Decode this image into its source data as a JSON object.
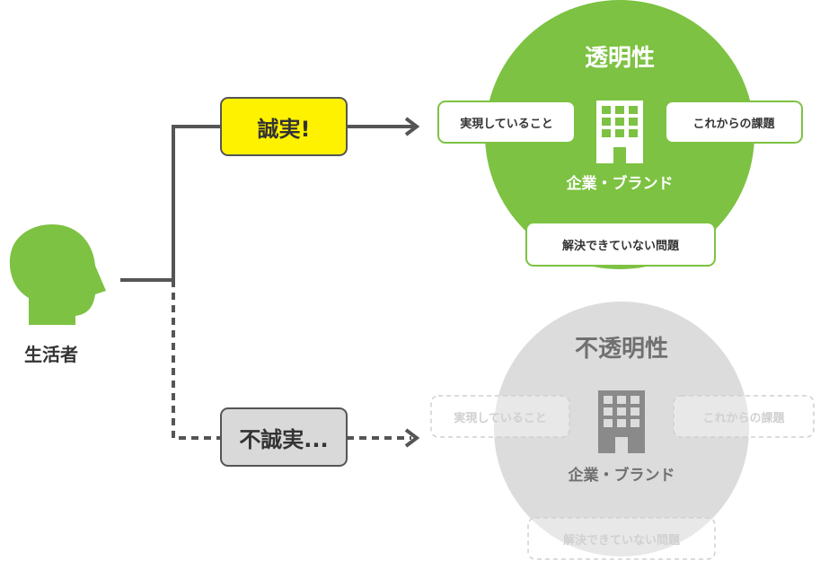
{
  "person": {
    "label": "生活者",
    "color": "#7DC242"
  },
  "honest_path": {
    "label": "誠実!",
    "box_color": "#FFF200",
    "outcome": {
      "title": "透明性",
      "center_label": "企業・ブランド",
      "tags": [
        "実現していること",
        "これからの課題",
        "解決できていない問題"
      ],
      "circle_color": "#7DC242"
    }
  },
  "dishonest_path": {
    "label": "不誠実...",
    "box_color": "#D9D9D9",
    "outcome": {
      "title": "不透明性",
      "center_label": "企業・ブランド",
      "tags": [
        "実現していること",
        "これからの課題",
        "解決できていない問題"
      ],
      "circle_color": "#DCDCDC"
    }
  },
  "icons": [
    "person-head-icon",
    "building-icon"
  ]
}
